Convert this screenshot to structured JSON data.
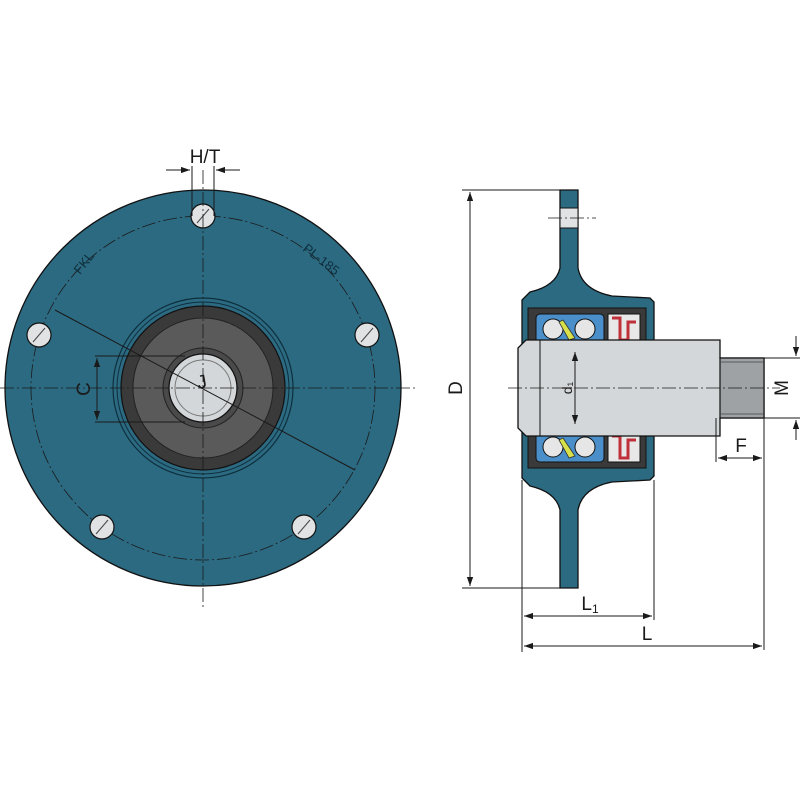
{
  "colors": {
    "housing": "#2c6a82",
    "housing_dark": "#1f5468",
    "inner_ring": "#3a3a3a",
    "seal": "#5a5a5a",
    "shaft": "#d4d7d9",
    "bearing": "#4a8fc9",
    "ball": "#e6e6e6",
    "cage": "#d8e14a",
    "seal_red": "#c0303a",
    "line": "#1a1a1a"
  },
  "front_view": {
    "engravings": {
      "left": "FKL",
      "right": "PL-185"
    },
    "dimensions": {
      "hole": "H/T",
      "shaft_flat": "C",
      "bore": "J"
    }
  },
  "side_view": {
    "dimensions": {
      "outer_diameter": "D",
      "shaft_diameter": "d₁",
      "thread": "M",
      "thread_length": "F",
      "flange_to_end_label": "L",
      "flange_to_end_sub": "1",
      "overall_length": "L"
    }
  }
}
